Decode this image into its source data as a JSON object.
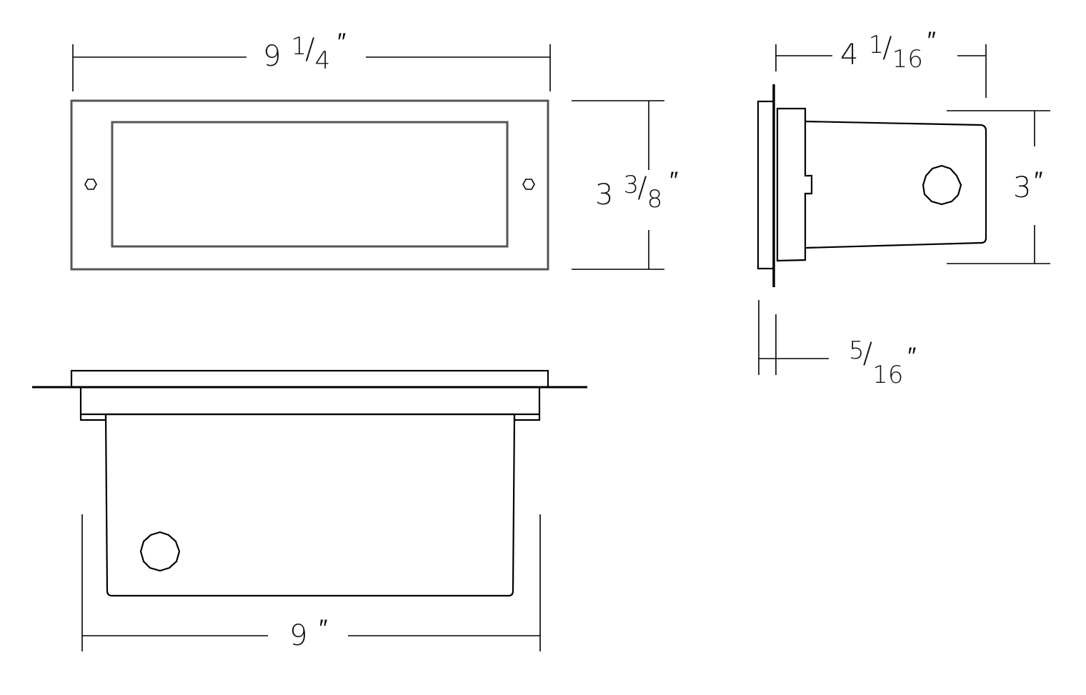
{
  "dimensions": {
    "top_width": {
      "whole": "9",
      "num": "1",
      "den": "4",
      "unit": "″"
    },
    "top_height": {
      "whole": "3",
      "num": "3",
      "den": "8",
      "unit": "″"
    },
    "side_depth": {
      "whole": "4",
      "num": "1",
      "den": "16",
      "unit": "″"
    },
    "side_height": {
      "whole": "3",
      "unit": "″"
    },
    "trim_thickness": {
      "num": "5",
      "den": "16",
      "unit": "″"
    },
    "bottom_width": {
      "whole": "9",
      "unit": "″"
    }
  }
}
